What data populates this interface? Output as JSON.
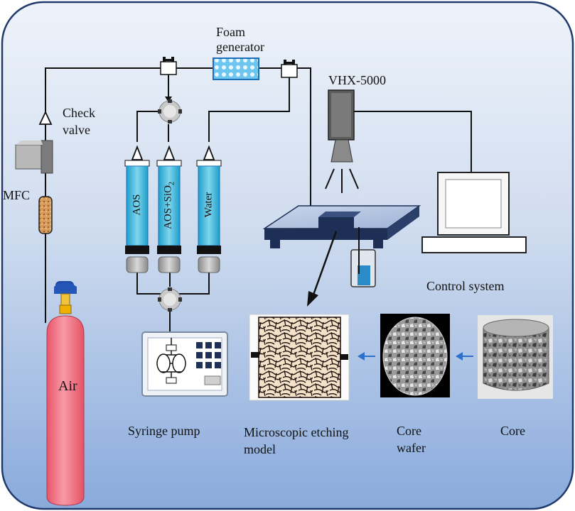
{
  "labels": {
    "foam_generator_line1": "Foam",
    "foam_generator_line2": "generator",
    "check_valve_line1": "Check",
    "check_valve_line2": "valve",
    "mfc": "MFC",
    "vhx": "VHX-5000",
    "air": "Air",
    "control_system": "Control system",
    "syringe_pump": "Syringe pump",
    "microscopic_line1": "Microscopic etching",
    "microscopic_line2": "model",
    "core_wafer_line1": "Core",
    "core_wafer_line2": "wafer",
    "core": "Core"
  },
  "syringes": {
    "aos": "AOS",
    "aos_sio2_prefix": "AOS+SiO",
    "aos_sio2_sub": "2",
    "water": "Water"
  },
  "colors": {
    "frame_border": "#1f3a6b",
    "bg_top": "#e4ecf6",
    "bg_bottom": "#8fb0e0",
    "syringe_fill": "#3fb4d8",
    "cylinder": "#f06a7a",
    "arrow": "#2d6fc9"
  }
}
